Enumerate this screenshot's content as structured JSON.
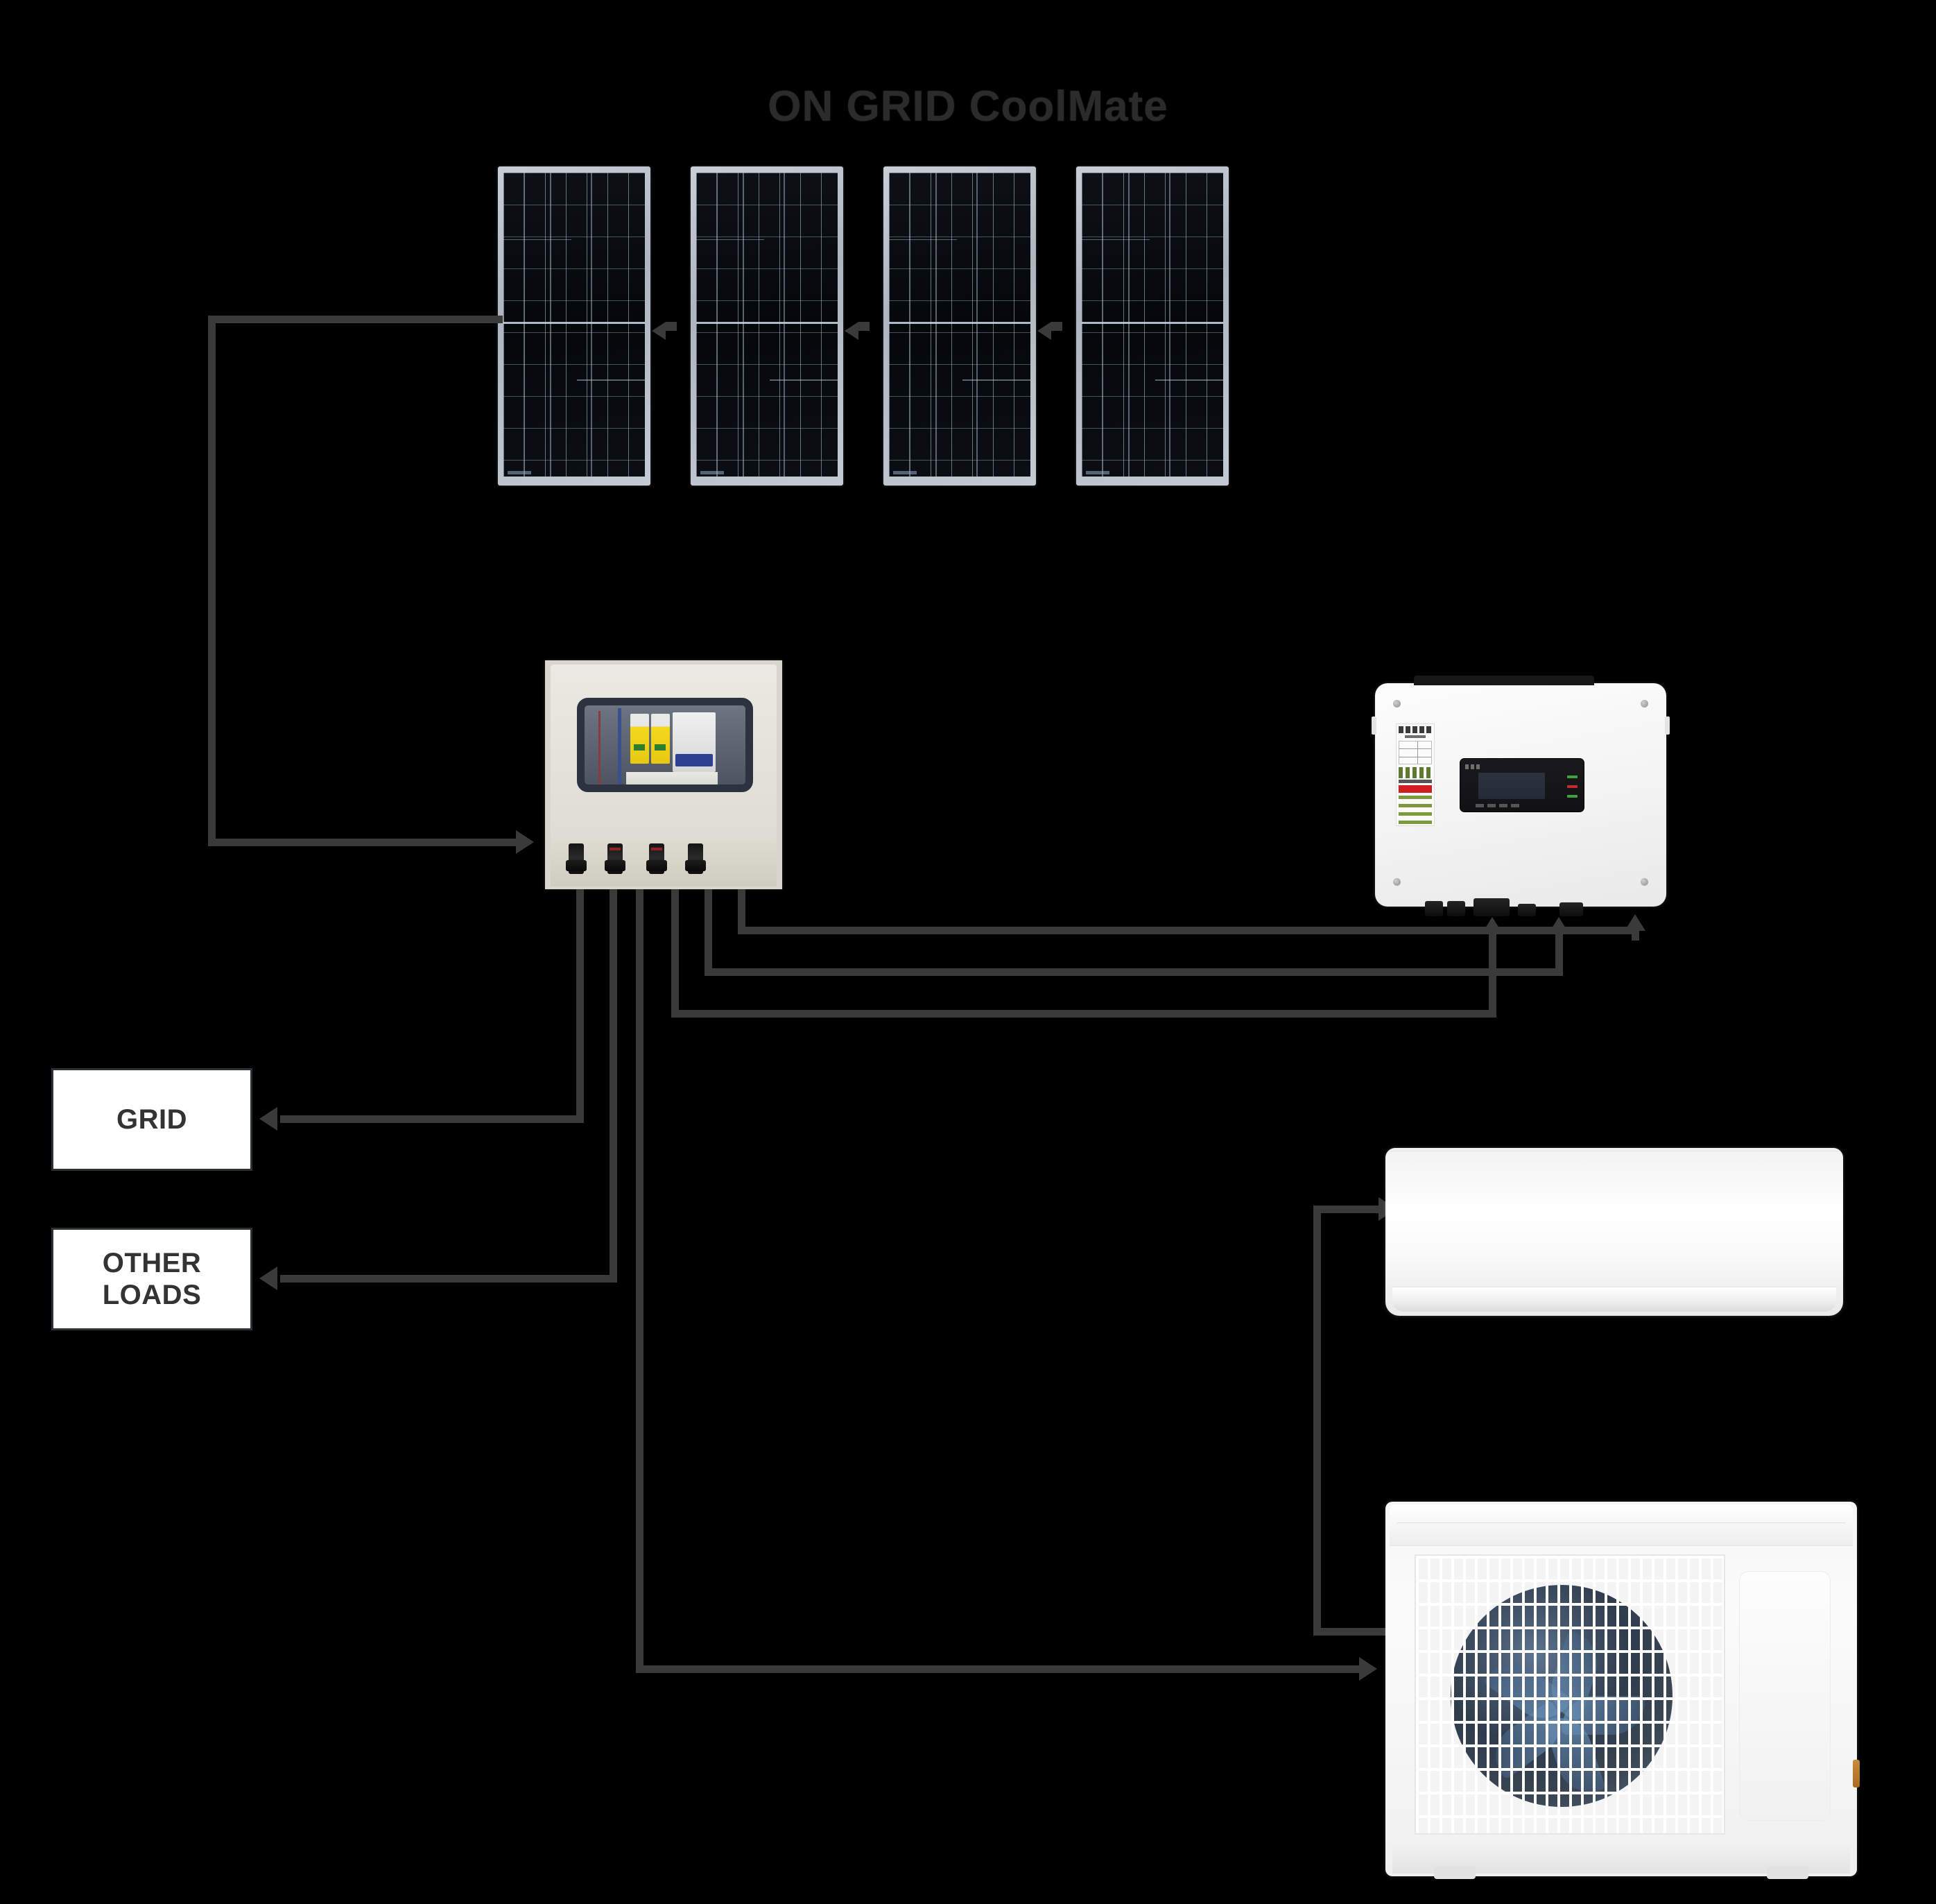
{
  "diagram": {
    "title": "ON GRID CoolMate",
    "background_color": "#000000",
    "wire_color": "#3a3a3a"
  },
  "solar_array": {
    "name": "pv-array",
    "panel_count": 4,
    "panels": [
      {
        "index": 1,
        "label": "solar-panel-1"
      },
      {
        "index": 2,
        "label": "solar-panel-2"
      },
      {
        "index": 3,
        "label": "solar-panel-3"
      },
      {
        "index": 4,
        "label": "solar-panel-4"
      }
    ],
    "interconnect_count": 3
  },
  "devices": {
    "combiner_box": {
      "name": "dc-combiner-box",
      "connector_count": 4,
      "spd_count": 2,
      "breaker_count": 1
    },
    "inverter": {
      "name": "on-grid-inverter",
      "port_count": 3,
      "status_leds": [
        "#3da33d",
        "#c42b2b",
        "#3da33d"
      ]
    },
    "ac_indoor": {
      "name": "air-conditioner-indoor-unit"
    },
    "ac_outdoor": {
      "name": "air-conditioner-outdoor-unit"
    }
  },
  "load_boxes": [
    {
      "id": "grid",
      "label": "GRID"
    },
    {
      "id": "other_loads",
      "label": "OTHER\nLOADS"
    }
  ],
  "connections": [
    {
      "from": "solar-array",
      "to": "dc-combiner-box",
      "arrow": "right"
    },
    {
      "from": "dc-combiner-box",
      "to": "inverter-port-1",
      "arrow": "up"
    },
    {
      "from": "dc-combiner-box",
      "to": "inverter-port-2",
      "arrow": "up"
    },
    {
      "from": "dc-combiner-box",
      "to": "inverter-port-3",
      "arrow": "up"
    },
    {
      "from": "dc-combiner-box",
      "to": "grid",
      "arrow": "left"
    },
    {
      "from": "dc-combiner-box",
      "to": "other_loads",
      "arrow": "left"
    },
    {
      "from": "dc-combiner-box",
      "to": "ac-outdoor",
      "arrow": "right"
    },
    {
      "from": "ac-outdoor",
      "to": "ac-indoor",
      "arrow": "right"
    }
  ]
}
